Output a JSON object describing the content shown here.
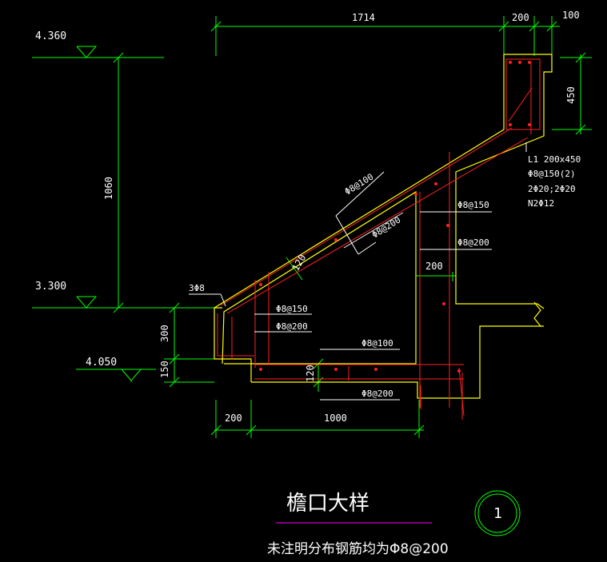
{
  "drawing": {
    "title": "檐口大样",
    "note": "未注明分布钢筋均为Φ8@200",
    "detail_number": "1",
    "levels": {
      "top": "4.360",
      "mid": "3.300",
      "low": "4.050"
    },
    "dimensions": {
      "top_span": "1714",
      "top_beam_width": "200",
      "top_overhang": "100",
      "beam_depth": "450",
      "vertical_height": "1060",
      "parapet_upper": "300",
      "parapet_lower": "150",
      "bottom_left": "200",
      "bottom_span": "1000",
      "slab_thickness": "120",
      "wall_width": "200",
      "slope_thickness": "120"
    },
    "beam_spec": [
      "L1 200x450",
      "Φ8@150(2)",
      "2Φ20;2Φ20",
      "N2Φ12"
    ],
    "rebar_labels": {
      "slope_top": "Φ8@100",
      "slope_bottom": "Φ8@200",
      "wall_a": "Φ8@150",
      "wall_b": "Φ8@200",
      "left_a": "Φ8@150",
      "left_b": "Φ8@200",
      "bottom_top": "Φ8@100",
      "bottom_bottom": "Φ8@200",
      "corner": "3Φ8"
    }
  }
}
